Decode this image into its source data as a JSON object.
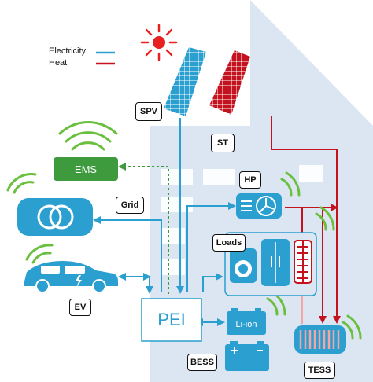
{
  "legend": {
    "electricity_label": "Electricity",
    "heat_label": "Heat"
  },
  "nodes": {
    "spv": "SPV",
    "st": "ST",
    "ems": "EMS",
    "grid": "Grid",
    "hp": "HP",
    "loads": "Loads",
    "ev": "EV",
    "pei": "PEI",
    "battery": "Li-ion",
    "bess": "BESS",
    "tess": "TESS"
  },
  "colors": {
    "electricity": "#2a9fd0",
    "heat": "#c4131e",
    "ems": "#3d9a3d",
    "wireless": "#6abf3f",
    "house": "#dbe6f2",
    "sun": "#e8201f"
  },
  "icons": [
    "sun-icon",
    "solar-pv-panel-icon",
    "solar-thermal-panel-icon",
    "wifi-signal-icon",
    "grid-transformer-icon",
    "electric-car-icon",
    "heat-pump-icon",
    "washing-machine-icon",
    "fridge-icon",
    "radiator-icon",
    "battery-icon",
    "thermal-storage-icon"
  ]
}
